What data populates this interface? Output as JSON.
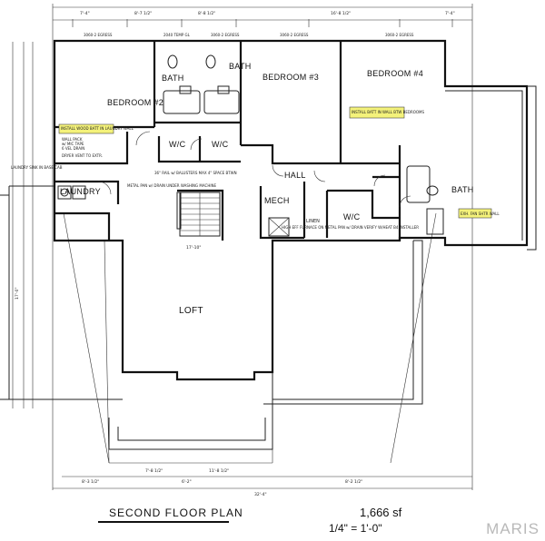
{
  "rooms": {
    "bedroom2": "BEDROOM #2",
    "bedroom3": "BEDROOM #3",
    "bedroom4": "BEDROOM #4",
    "bath_left": "BATH",
    "bath_center": "BATH",
    "bath_right": "BATH",
    "wic1": "W/C",
    "wic2": "W/C",
    "wic3": "W/C",
    "laundry": "LAUNDRY",
    "hall": "HALL",
    "mech": "MECH",
    "linen": "LINEN",
    "loft": "LOFT"
  },
  "notes": {
    "laundry_note": "INSTALL WOOD BATT IN LAUNDRY WALL",
    "laundry_sub1": "WALL PACK",
    "laundry_sub2": "w/ MIC TAPE",
    "laundry_sub3": "6 VEL DRAIN",
    "dryer_vent": "DRYER VENT TO EXTR.",
    "bed4_note": "INSTALL BATT IN WALL BTW BEDROOMS",
    "bath_note": "EXH. FAN SHTR WALL",
    "rail_note": "36\" RAIL w/ BALUSTERS MAX 4\" SPACE BTWN",
    "pan_note": "METAL PAN w/ DRAIN UNDER WASHING MACHINE",
    "furnace_note": "HIGH EFF FURNACE ON METAL PAN w/ DRAIN VERIFY W/HEAT B4 INSTALLER",
    "laundry_sink": "LAUNDRY SINK IN BASE CAB"
  },
  "dimensions": {
    "top": [
      "7'-4\"",
      "8'-7 1/2\"",
      "8'-8 1/2\"",
      "16'-8 1/2\"",
      "7'-4\""
    ],
    "bottom_inner": [
      "7'-8 1/2\"",
      "11'-8 1/2\""
    ],
    "bottom_mid": [
      "8'-3 1/2\"",
      "6'-2\"",
      "8'-2 1/2\""
    ],
    "overall": "32'-4\"",
    "loft_width": "17'-10\"",
    "left_mid": "17'-0\"",
    "windows": [
      "3060-2 EGRESS",
      "2040 TEMP GL",
      "3060-2 EGRESS",
      "3060-2 EGRESS",
      "3060-2 EGRESS"
    ]
  },
  "footer": {
    "title": "SECOND FLOOR PLAN",
    "area": "1,666 sf",
    "scale": "1/4\" = 1'-0\""
  },
  "watermark": "MARIS"
}
